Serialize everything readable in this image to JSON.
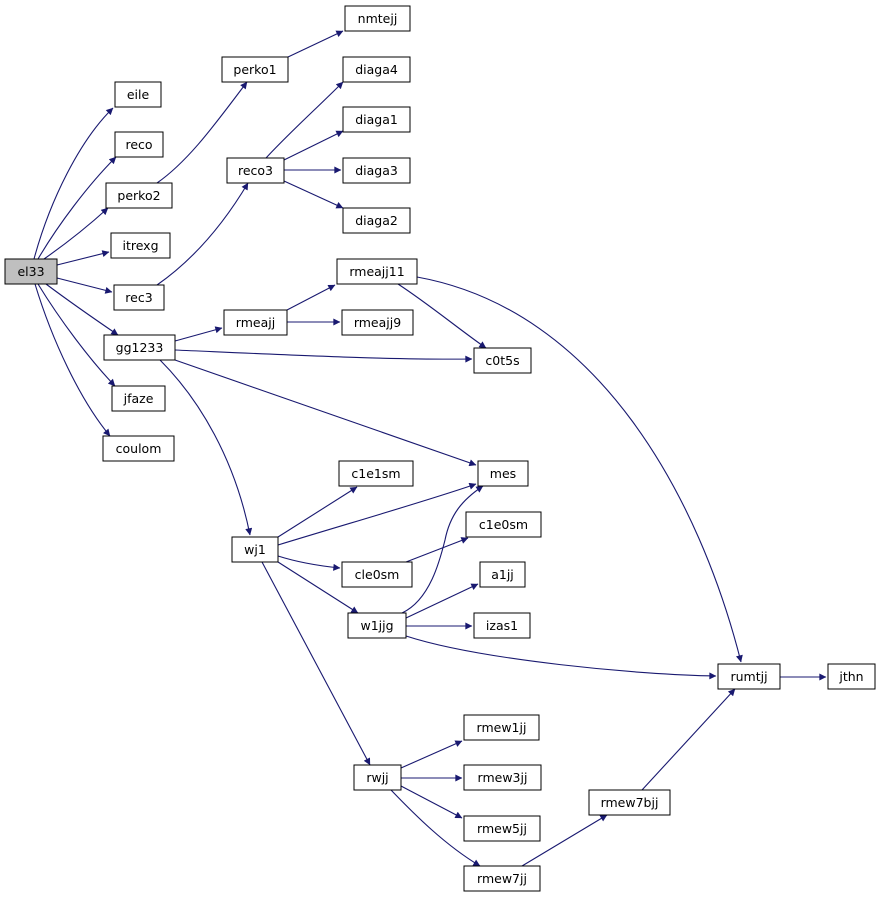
{
  "graph": {
    "colors": {
      "edge": "#191970",
      "node_fill": "#ffffff",
      "root_fill": "#bfbfbf",
      "node_border": "#000000"
    },
    "nodes": {
      "el33": "el33",
      "eile": "eile",
      "reco": "reco",
      "perko2": "perko2",
      "itrexg": "itrexg",
      "rec3": "rec3",
      "gg1233": "gg1233",
      "jfaze": "jfaze",
      "coulom": "coulom",
      "perko1": "perko1",
      "nmtejj": "nmtejj",
      "reco3": "reco3",
      "diaga4": "diaga4",
      "diaga1": "diaga1",
      "diaga3": "diaga3",
      "diaga2": "diaga2",
      "rmeajj": "rmeajj",
      "rmeajj11": "rmeajj11",
      "rmeajj9": "rmeajj9",
      "c0t5s": "c0t5s",
      "mes": "mes",
      "wj1": "wj1",
      "c1e1sm": "c1e1sm",
      "c1e0sm": "c1e0sm",
      "cle0sm": "cle0sm",
      "w1jjg": "w1jjg",
      "a1jj": "a1jj",
      "izas1": "izas1",
      "rumtjj": "rumtjj",
      "jthn": "jthn",
      "rwjj": "rwjj",
      "rmew1jj": "rmew1jj",
      "rmew3jj": "rmew3jj",
      "rmew5jj": "rmew5jj",
      "rmew7jj": "rmew7jj",
      "rmew7bjj": "rmew7bjj"
    },
    "root": "el33",
    "edges": [
      [
        "el33",
        "eile"
      ],
      [
        "el33",
        "reco"
      ],
      [
        "el33",
        "perko2"
      ],
      [
        "el33",
        "itrexg"
      ],
      [
        "el33",
        "rec3"
      ],
      [
        "el33",
        "gg1233"
      ],
      [
        "el33",
        "jfaze"
      ],
      [
        "el33",
        "coulom"
      ],
      [
        "perko2",
        "perko1"
      ],
      [
        "perko1",
        "nmtejj"
      ],
      [
        "rec3",
        "reco3"
      ],
      [
        "reco3",
        "diaga4"
      ],
      [
        "reco3",
        "diaga1"
      ],
      [
        "reco3",
        "diaga3"
      ],
      [
        "reco3",
        "diaga2"
      ],
      [
        "gg1233",
        "rmeajj"
      ],
      [
        "gg1233",
        "c0t5s"
      ],
      [
        "gg1233",
        "mes"
      ],
      [
        "gg1233",
        "wj1"
      ],
      [
        "rmeajj",
        "rmeajj11"
      ],
      [
        "rmeajj",
        "rmeajj9"
      ],
      [
        "rmeajj11",
        "c0t5s"
      ],
      [
        "rmeajj11",
        "rumtjj"
      ],
      [
        "wj1",
        "c1e1sm"
      ],
      [
        "wj1",
        "mes"
      ],
      [
        "wj1",
        "cle0sm"
      ],
      [
        "wj1",
        "w1jjg"
      ],
      [
        "wj1",
        "rwjj"
      ],
      [
        "cle0sm",
        "c1e0sm"
      ],
      [
        "w1jjg",
        "mes"
      ],
      [
        "w1jjg",
        "a1jj"
      ],
      [
        "w1jjg",
        "izas1"
      ],
      [
        "w1jjg",
        "rumtjj"
      ],
      [
        "rumtjj",
        "jthn"
      ],
      [
        "rwjj",
        "rmew1jj"
      ],
      [
        "rwjj",
        "rmew3jj"
      ],
      [
        "rwjj",
        "rmew5jj"
      ],
      [
        "rwjj",
        "rmew7jj"
      ],
      [
        "rmew7jj",
        "rmew7bjj"
      ],
      [
        "rmew7bjj",
        "rumtjj"
      ]
    ]
  }
}
